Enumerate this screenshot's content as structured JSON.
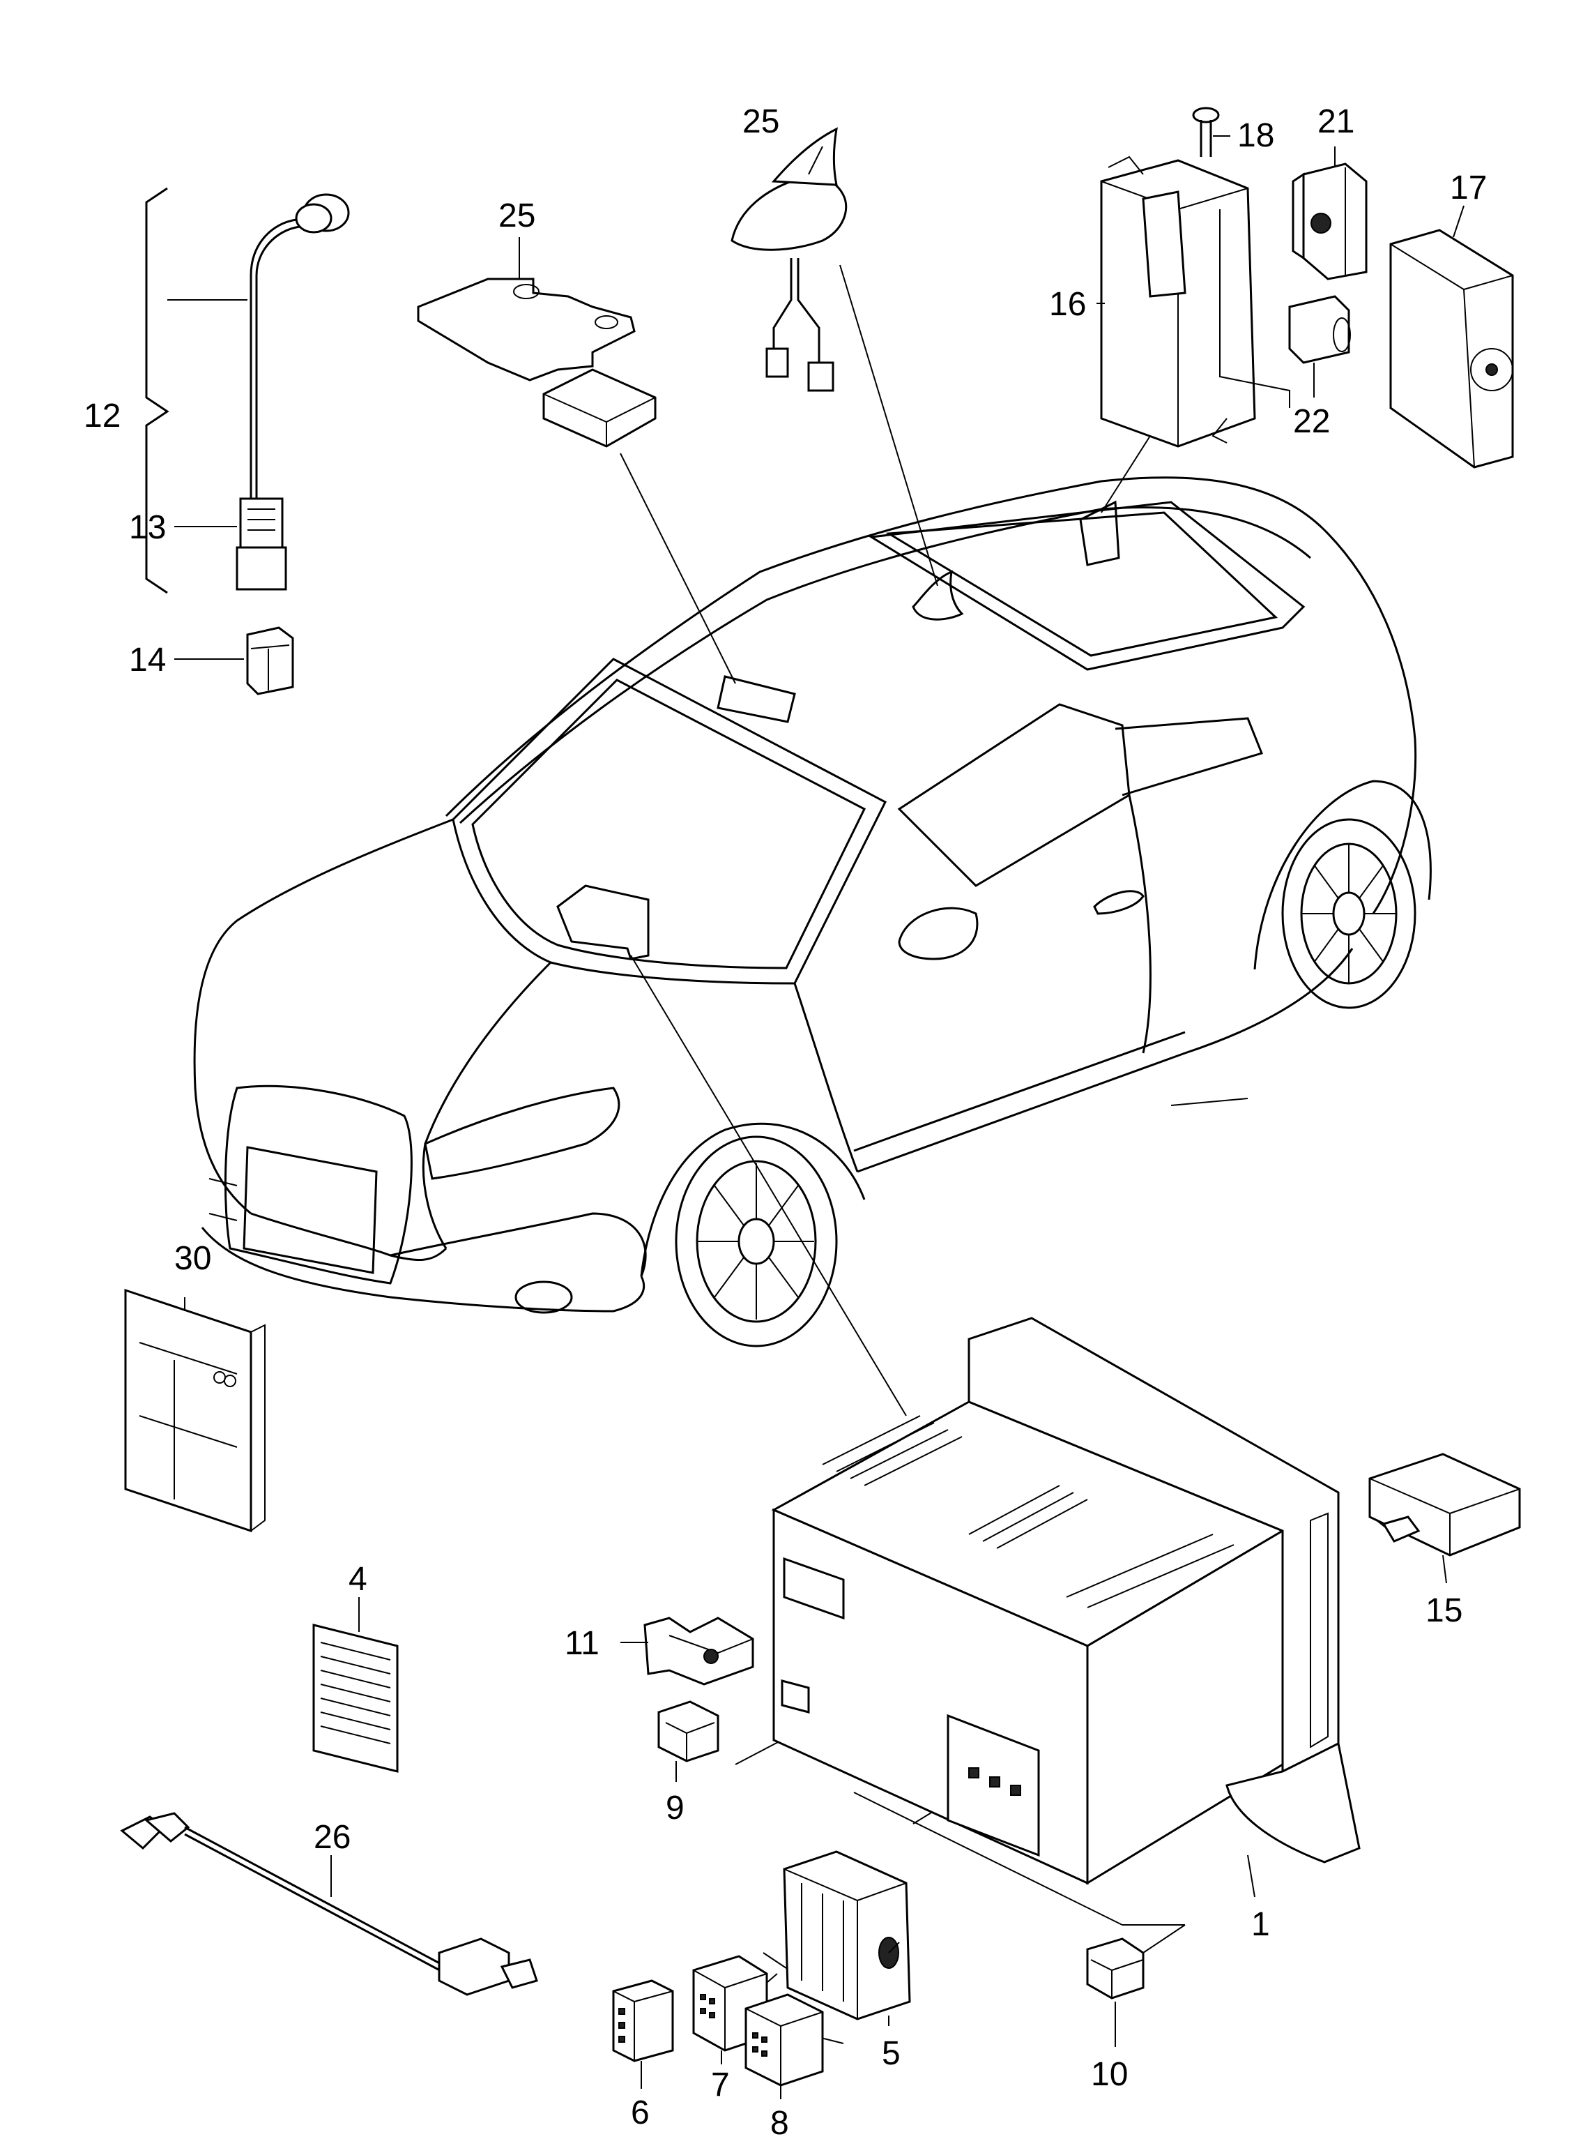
{
  "callouts": {
    "c1": "1",
    "c4": "4",
    "c5": "5",
    "c6": "6",
    "c7": "7",
    "c8": "8",
    "c9": "9",
    "c10": "10",
    "c11": "11",
    "c12": "12",
    "c13": "13",
    "c14": "14",
    "c15": "15",
    "c16": "16",
    "c17": "17",
    "c18": "18",
    "c21": "21",
    "c22": "22",
    "c25a": "25",
    "c25b": "25",
    "c26": "26",
    "c30": "30"
  },
  "colors": {
    "line": "#000000",
    "background": "#ffffff"
  }
}
